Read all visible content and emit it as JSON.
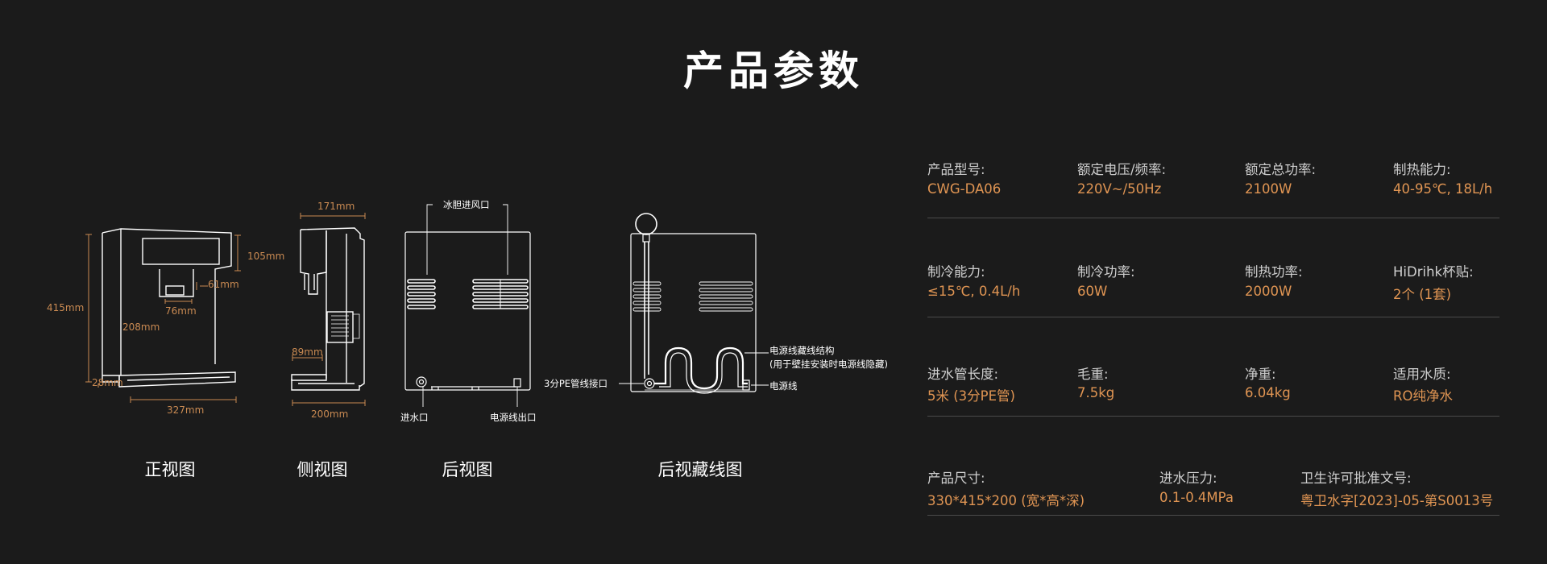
{
  "title": "产品参数",
  "views": {
    "front": {
      "label": "正视图",
      "dims": {
        "height": "415mm",
        "top": "105mm",
        "spout": "61mm",
        "spout_w": "76mm",
        "inner": "208mm",
        "base": "28mm",
        "width": "327mm"
      }
    },
    "side": {
      "label": "侧视图",
      "dims": {
        "top": "171mm",
        "tray": "89mm",
        "depth": "200mm"
      }
    },
    "back": {
      "label": "后视图",
      "callouts": {
        "vent": "冰胆进风口",
        "inlet": "进水口",
        "cable_out": "电源线出口"
      }
    },
    "hidden": {
      "label": "后视藏线图",
      "callouts": {
        "pe": "3分PE管线接口",
        "structure": "电源线藏线结构",
        "structure_note": "(用于壁挂安装时电源线隐藏)",
        "cable": "电源线"
      }
    }
  },
  "specs": {
    "row1": [
      {
        "label": "产品型号:",
        "value": "CWG-DA06"
      },
      {
        "label": "额定电压/频率:",
        "value": "220V~/50Hz"
      },
      {
        "label": "额定总功率:",
        "value": "2100W"
      },
      {
        "label": "制热能力:",
        "value": "40-95℃, 18L/h"
      }
    ],
    "row2": [
      {
        "label": "制冷能力:",
        "value": "≤15℃, 0.4L/h"
      },
      {
        "label": "制冷功率:",
        "value": "60W"
      },
      {
        "label": "制热功率:",
        "value": "2000W"
      },
      {
        "label": "HiDrihk杯贴:",
        "value": "2个 (1套)"
      }
    ],
    "row3": [
      {
        "label": "进水管长度:",
        "value": "5米 (3分PE管)"
      },
      {
        "label": "毛重:",
        "value": "7.5kg"
      },
      {
        "label": "净重:",
        "value": "6.04kg"
      },
      {
        "label": "适用水质:",
        "value": "RO纯净水"
      }
    ],
    "row4": [
      {
        "label": "产品尺寸:",
        "value": "330*415*200 (宽*高*深)"
      },
      {
        "label": "进水压力:",
        "value": "0.1-0.4MPa"
      },
      {
        "label": "卫生许可批准文号:",
        "value": "粤卫水字[2023]-05-第S0013号"
      }
    ]
  },
  "colors": {
    "background": "#1b1b1b",
    "accent": "#e09553",
    "line": "#ffffff"
  }
}
